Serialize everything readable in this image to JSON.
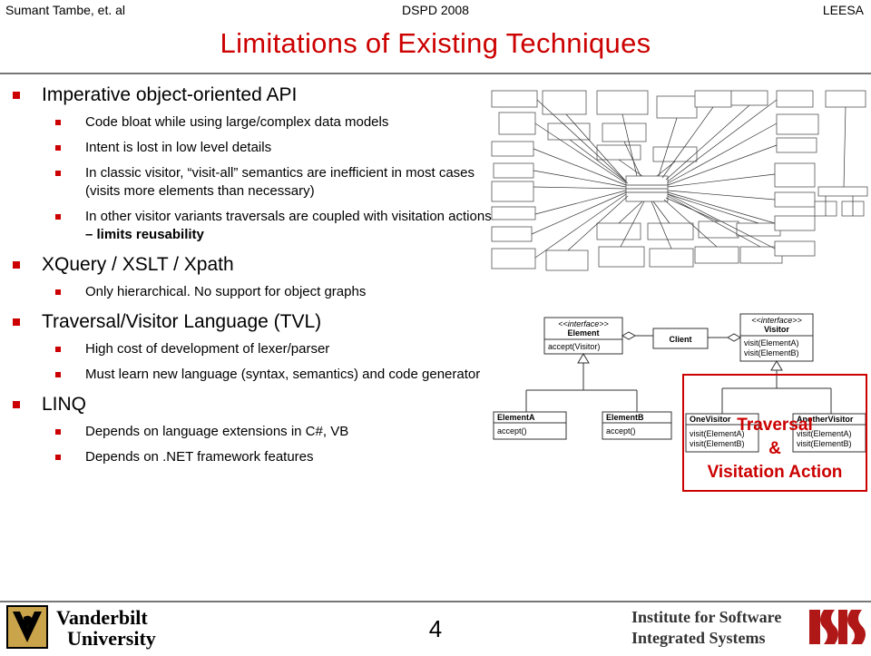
{
  "header": {
    "left": "Sumant Tambe, et. al",
    "center": "DSPD 2008",
    "right": "LEESA"
  },
  "title": "Limitations of Existing Techniques",
  "bullets": [
    {
      "text": "Imperative object-oriented API",
      "sub": [
        "Code bloat while using large/complex data models",
        "Intent is lost in low level details",
        "In classic visitor, “visit-all” semantics are inefficient in most cases (visits more elements than necessary)",
        {
          "text": "In other visitor variants traversals are coupled with visitation actions ",
          "bold": "– limits reusability"
        }
      ]
    },
    {
      "text": "XQuery / XSLT / Xpath",
      "sub": [
        "Only hierarchical. No support for object graphs"
      ]
    },
    {
      "text": "Traversal/Visitor Language (TVL)",
      "sub": [
        "High cost of development of lexer/parser",
        "Must learn new language (syntax, semantics) and code generator"
      ]
    },
    {
      "text": "LINQ",
      "sub": [
        "Depends on language extensions in C#, VB",
        "Depends on .NET framework features"
      ]
    }
  ],
  "uml": {
    "element": {
      "stereo": "<<interface>>",
      "name": "Element",
      "op": "accept(Visitor)"
    },
    "client": "Client",
    "visitor": {
      "stereo": "<<interface>>",
      "name": "Visitor",
      "ops": [
        "visit(ElementA)",
        "visit(ElementB)"
      ]
    },
    "elementA": {
      "name": "ElementA",
      "op": "accept()"
    },
    "elementB": {
      "name": "ElementB",
      "op": "accept()"
    },
    "oneVisitor": {
      "name": "OneVisitor",
      "ops": [
        "visit(ElementA)",
        "visit(ElementB)"
      ]
    },
    "anotherVisitor": {
      "name": "AnotherVisitor",
      "ops": [
        "visit(ElementA)",
        "visit(ElementB)"
      ]
    }
  },
  "callout": {
    "line1": "Traversal",
    "line2": "&",
    "line3": "Visitation Action"
  },
  "footer": {
    "left_line1": "Vanderbilt",
    "left_line2": "University",
    "page": "4",
    "right_line1": "Institute for Software",
    "right_line2": "Integrated Systems"
  }
}
